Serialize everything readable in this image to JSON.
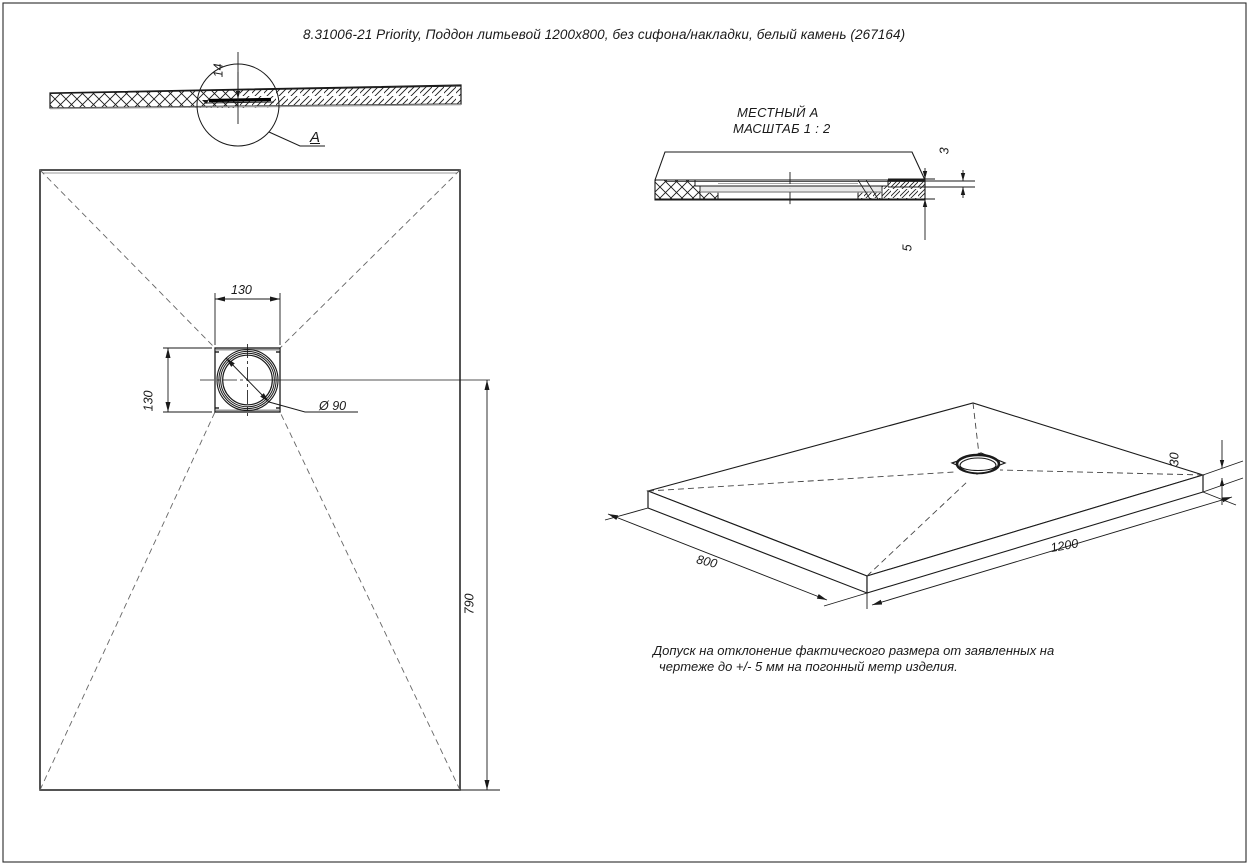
{
  "drawing": {
    "title": "8.31006-21 Priority, Поддон литьевой 1200x800, без сифона/накладки, белый камень (267164)",
    "note_line1": "Допуск на отклонение фактического размера от заявленных на",
    "note_line2": "чертеже до +/- 5 мм на погонный метр изделия."
  },
  "section_view": {
    "thickness_dim": "14",
    "detail_callout_label": "A"
  },
  "detail_view": {
    "heading_line1": "МЕСТНЫЙ А",
    "heading_line2": "МАСШТАБ 1 : 2",
    "dim_top": "3",
    "dim_bottom": "5"
  },
  "plan_view": {
    "drain_width_dim": "130",
    "drain_height_dim": "130",
    "drain_diameter_dim": "Ø 90",
    "length_dim": "790"
  },
  "iso_view": {
    "width_dim": "800",
    "length_dim": "1200",
    "height_dim": "30"
  },
  "colors": {
    "line": "#1a1a1a",
    "thin_line": "#3a3a3a",
    "dashed_line": "#555555",
    "background": "#ffffff"
  }
}
